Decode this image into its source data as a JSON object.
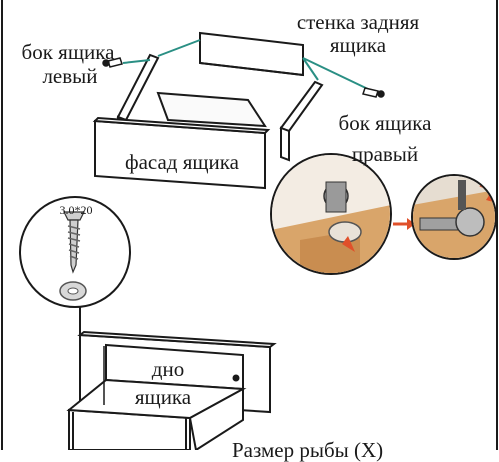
{
  "labels": {
    "back_wall_line1": "стенка задняя",
    "back_wall_line2": "ящика",
    "left_side_line1": "бок ящика",
    "left_side_line2": "левый",
    "right_side_line1": "бок ящика",
    "right_side_line2": "правый",
    "front_panel": "фасад ящика",
    "bottom_line1": "дно",
    "bottom_line2": "ящика",
    "screw_size": "3.0*20",
    "footer_text": "Размер рыбы (Х)"
  },
  "colors": {
    "line": "#1a1a1a",
    "guide_teal": "#2a8f84",
    "wood": "#d9a56a",
    "arrow_red": "#e0502a"
  }
}
